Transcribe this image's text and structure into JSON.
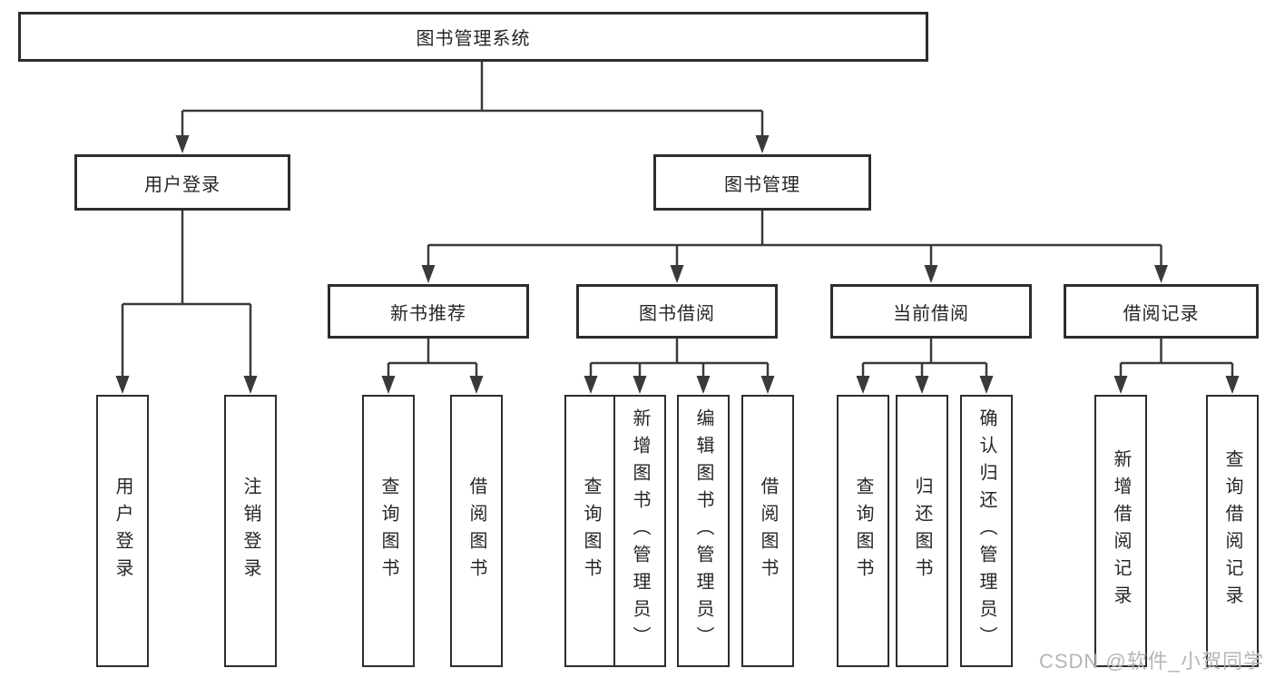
{
  "diagram": {
    "root": {
      "label": "图书管理系统"
    },
    "level2": [
      {
        "label": "用户登录"
      },
      {
        "label": "图书管理"
      }
    ],
    "level3": [
      {
        "label": "新书推荐"
      },
      {
        "label": "图书借阅"
      },
      {
        "label": "当前借阅"
      },
      {
        "label": "借阅记录"
      }
    ],
    "leaves": [
      {
        "label": "用户登录"
      },
      {
        "label": "注销登录"
      },
      {
        "label": "查询图书"
      },
      {
        "label": "借阅图书"
      },
      {
        "label": "查询图书"
      },
      {
        "label": "新增图书（管理员）"
      },
      {
        "label": "编辑图书（管理员）"
      },
      {
        "label": "借阅图书"
      },
      {
        "label": "查询图书"
      },
      {
        "label": "归还图书"
      },
      {
        "label": "确认归还（管理员）"
      },
      {
        "label": "新增借阅记录"
      },
      {
        "label": "查询借阅记录"
      }
    ]
  },
  "watermark": {
    "text": "CSDN @软件_小贺同学",
    "color": "#b5b5b5"
  },
  "colors": {
    "line": "#3a3a3a",
    "border": "#2d2d2d",
    "text": "#262626",
    "background": "#ffffff"
  }
}
